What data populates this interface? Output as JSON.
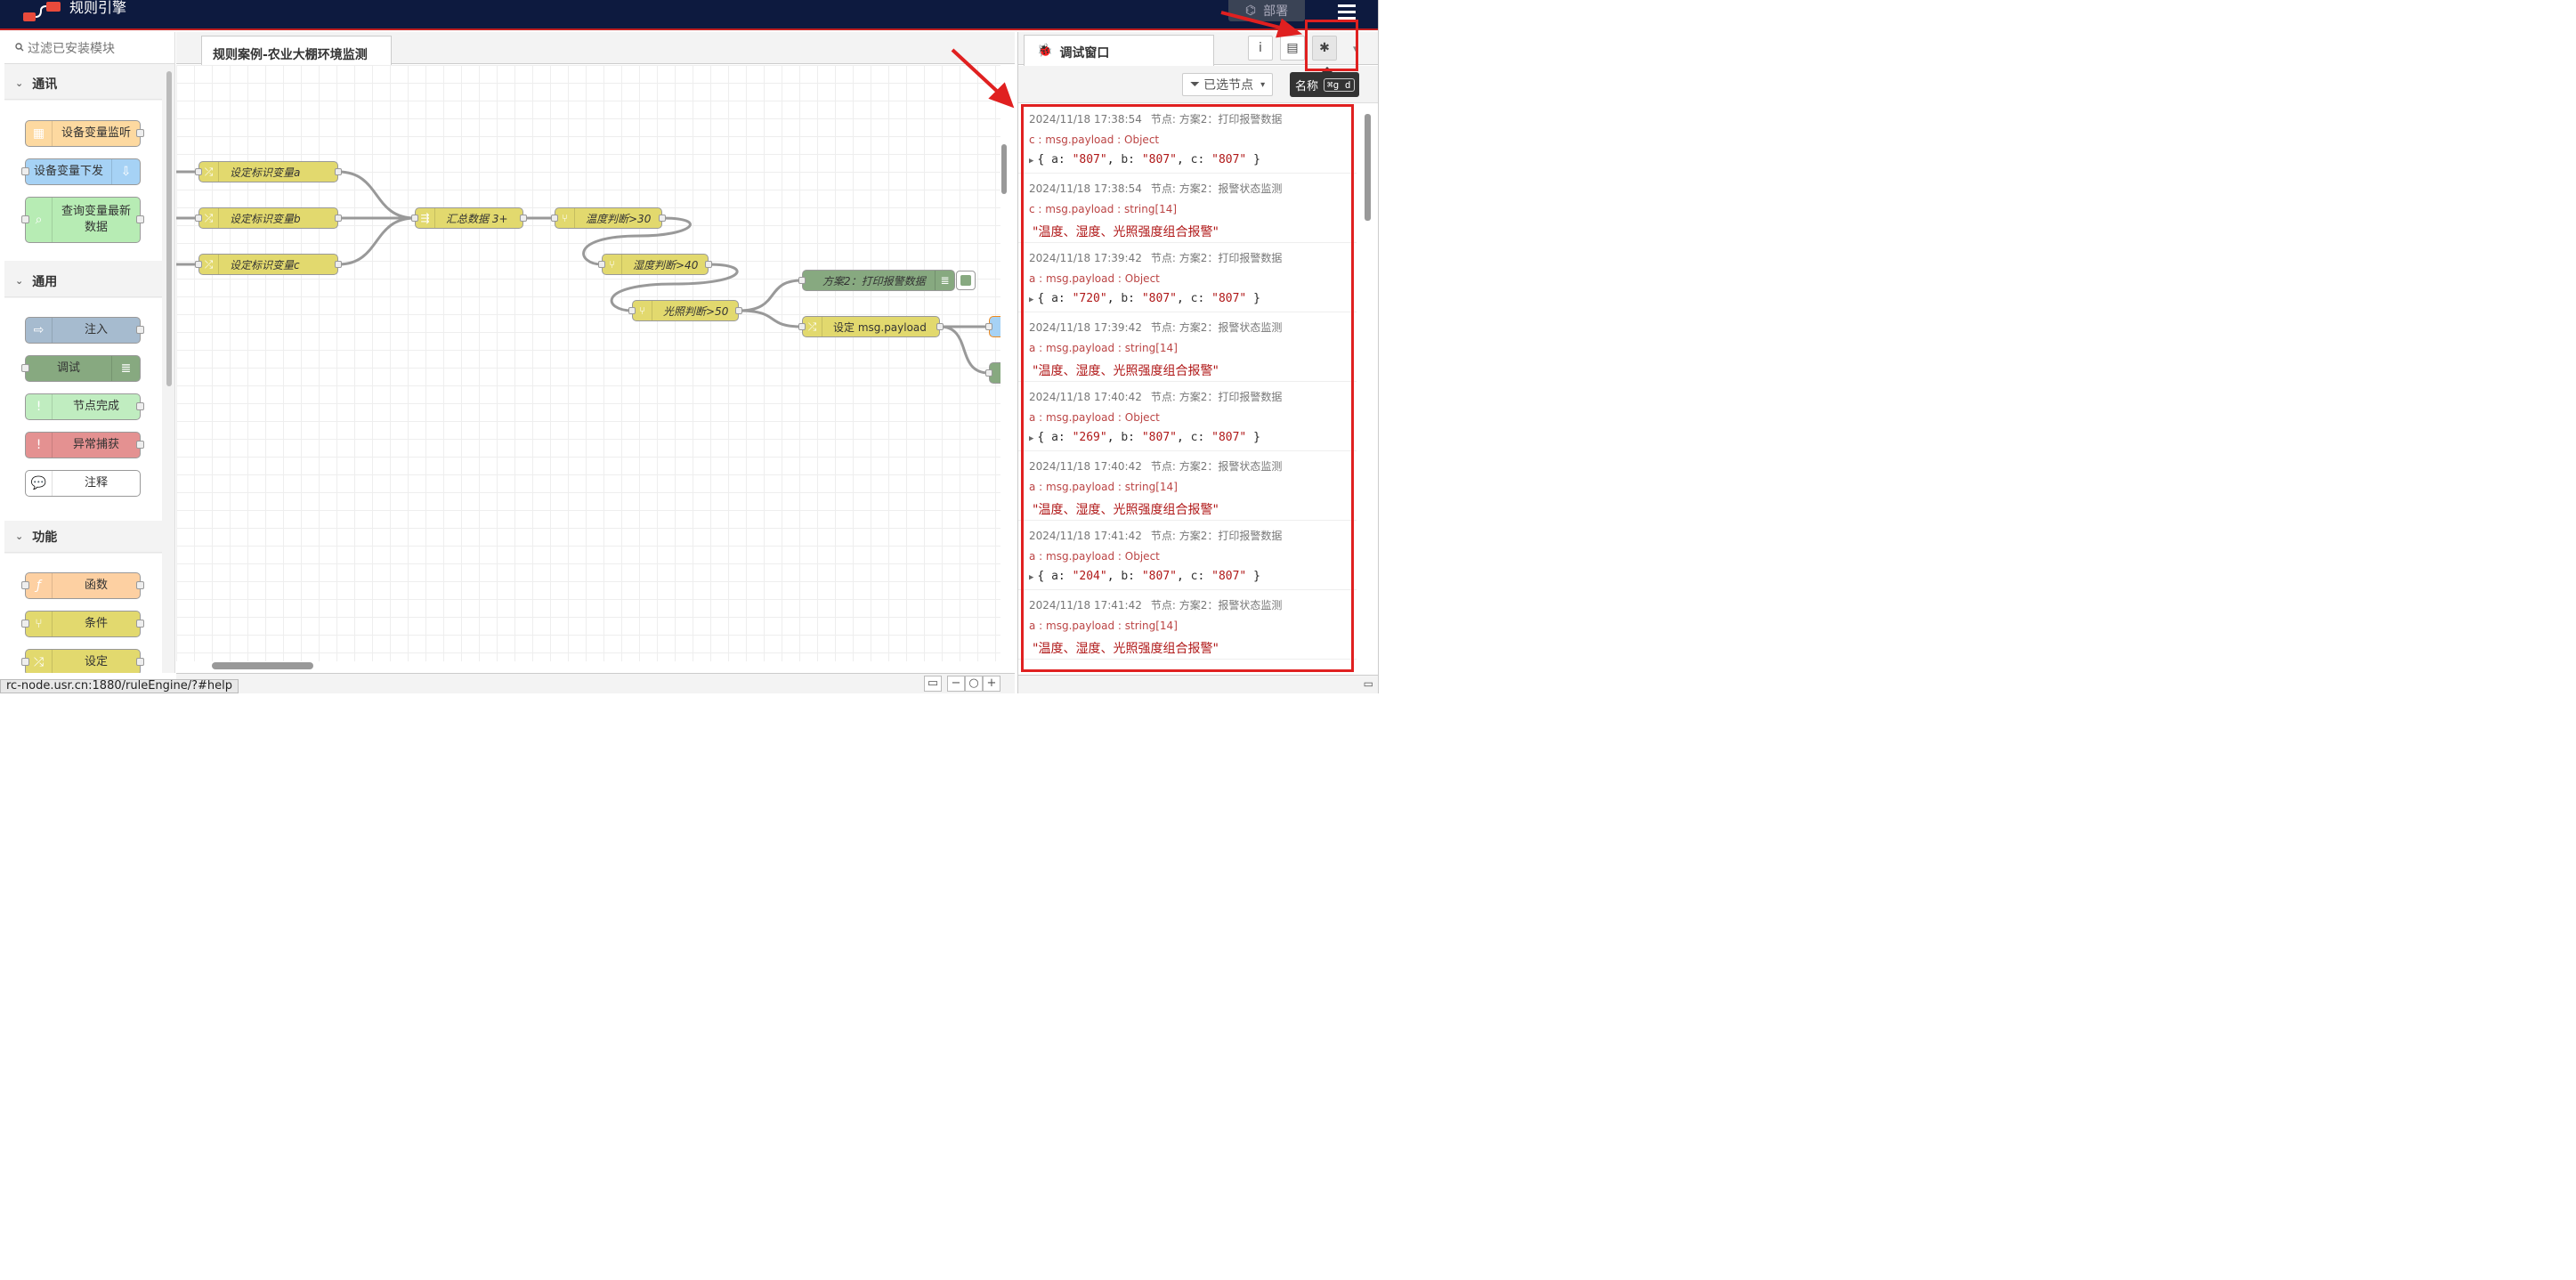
{
  "app": {
    "title": "规则引擎",
    "deploy_label": "部署"
  },
  "palette": {
    "search_placeholder": "过滤已安装模块",
    "categories": [
      {
        "name": "通讯",
        "nodes": [
          "设备变量监听",
          "设备变量下发",
          "查询变量最新数据"
        ]
      },
      {
        "name": "通用",
        "nodes": [
          "注入",
          "调试",
          "节点完成",
          "异常捕获",
          "注释"
        ]
      },
      {
        "name": "功能",
        "nodes": [
          "函数",
          "条件",
          "设定"
        ]
      }
    ]
  },
  "workspace": {
    "tab": "规则案例-农业大棚环境监测",
    "nodes": {
      "set_a": "设定标识变量a",
      "set_b": "设定标识变量b",
      "set_c": "设定标识变量c",
      "join": "汇总数据 3+",
      "switch_temp": "温度判断>30",
      "switch_hum": "湿度判断>40",
      "switch_light": "光照判断>50",
      "debug_print": "方案2：打印报警数据",
      "set_payload": "设定 msg.payload"
    },
    "colors": {
      "change": "#e2d96e",
      "debug": "#87a980",
      "function": "#fdd0a2"
    }
  },
  "sidebar": {
    "tab_label": "调试窗口",
    "filter_label": "已选节点",
    "tooltip": {
      "name": "名称",
      "shortcut": "⌘g d"
    },
    "messages": [
      {
        "time": "2024/11/18 17:38:54",
        "node": "节点: 方案2：打印报警数据",
        "topic": "c : msg.payload : Object",
        "type": "object",
        "values": [
          "807",
          "807",
          "807"
        ]
      },
      {
        "time": "2024/11/18 17:38:54",
        "node": "节点: 方案2：报警状态监测",
        "topic": "c : msg.payload : string[14]",
        "type": "string",
        "text": "\"温度、湿度、光照强度组合报警\""
      },
      {
        "time": "2024/11/18 17:39:42",
        "node": "节点: 方案2：打印报警数据",
        "topic": "a : msg.payload : Object",
        "type": "object",
        "values": [
          "720",
          "807",
          "807"
        ]
      },
      {
        "time": "2024/11/18 17:39:42",
        "node": "节点: 方案2：报警状态监测",
        "topic": "a : msg.payload : string[14]",
        "type": "string",
        "text": "\"温度、湿度、光照强度组合报警\""
      },
      {
        "time": "2024/11/18 17:40:42",
        "node": "节点: 方案2：打印报警数据",
        "topic": "a : msg.payload : Object",
        "type": "object",
        "values": [
          "269",
          "807",
          "807"
        ]
      },
      {
        "time": "2024/11/18 17:40:42",
        "node": "节点: 方案2：报警状态监测",
        "topic": "a : msg.payload : string[14]",
        "type": "string",
        "text": "\"温度、湿度、光照强度组合报警\""
      },
      {
        "time": "2024/11/18 17:41:42",
        "node": "节点: 方案2：打印报警数据",
        "topic": "a : msg.payload : Object",
        "type": "object",
        "values": [
          "204",
          "807",
          "807"
        ]
      },
      {
        "time": "2024/11/18 17:41:42",
        "node": "节点: 方案2：报警状态监测",
        "topic": "a : msg.payload : string[14]",
        "type": "string",
        "text": "\"温度、湿度、光照强度组合报警\""
      }
    ]
  },
  "status_bar": "rc-node.usr.cn:1880/ruleEngine/?#help"
}
